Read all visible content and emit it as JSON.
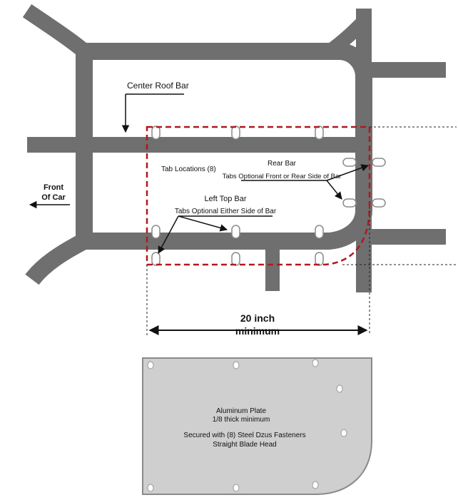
{
  "labels": {
    "center_roof_bar": "Center Roof Bar",
    "tab_locations": "Tab Locations (8)",
    "rear_bar": "Rear Bar",
    "rear_bar_note": "Tabs Optional Front or Rear Side of Bar",
    "left_top_bar": "Left Top Bar",
    "left_top_bar_note": "Tabs Optional Either Side of Bar",
    "front_of_car_1": "Front",
    "front_of_car_2": "Of Car",
    "dimension_1": "20 inch",
    "dimension_2": "minimum"
  },
  "plate": {
    "line1": "Aluminum Plate",
    "line2": "1/8 thick minimum",
    "line3": "Secured with (8) Steel Dzus Fasteners",
    "line4": "Straight Blade Head"
  },
  "colors": {
    "tube": "#6f6f6f",
    "tab": "#ffffff",
    "tab_outline": "#8a8a8a",
    "dashed_outline": "#b0181e",
    "plate_fill": "#cfcfcf",
    "plate_stroke": "#8a8a8a",
    "text": "#111111"
  }
}
